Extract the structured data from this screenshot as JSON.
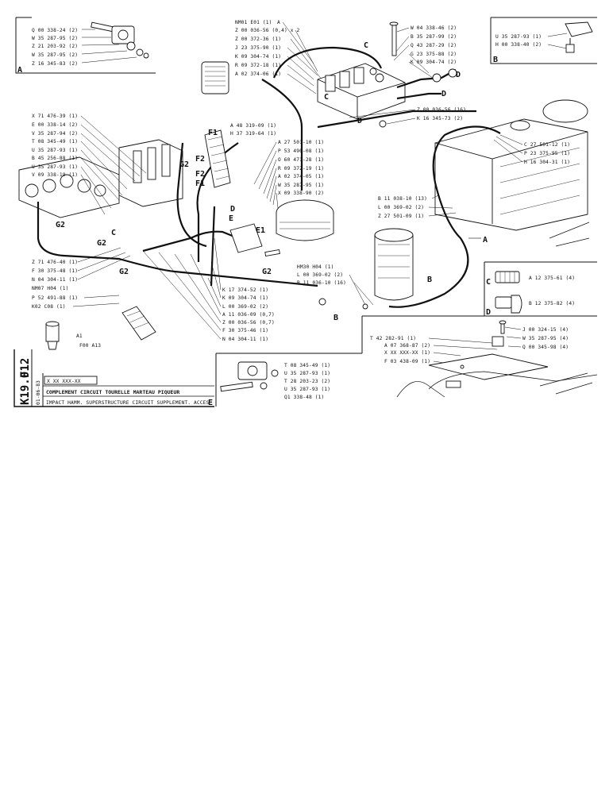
{
  "sheet": {
    "code_vertical": "F12",
    "code_page": "K19.0",
    "date_vertical": "01-06-83",
    "ref_box": "X XX XXX-XX",
    "title_fr": "COMPLEMENT CIRCUIT TOURELLE MARTEAU PIQUEUR",
    "title_en": "IMPACT HAMM. SUPERSTRUCTURE CIRCUIT SUPPLEMENT. ACCES"
  },
  "inset_a": {
    "letter": "A",
    "parts": [
      "Q 00 338-24 (2)",
      "W 35 287-95 (2)",
      "Z 21 203-92 (2)",
      "W 35 287-95 (2)",
      "Z 16 345-83 (2)"
    ]
  },
  "inset_b": {
    "letter": "B",
    "parts": [
      "U 35 287-93 (1)",
      "H 00 338-40 (2)"
    ]
  },
  "inset_c": {
    "letter": "C",
    "parts": [
      "A 12 375-61 (4)"
    ]
  },
  "inset_d": {
    "letter": "D",
    "parts": [
      "B 12 375-82 (4)"
    ]
  },
  "inset_e": {
    "letter": "E",
    "parts": [
      "T 08 345-49 (1)",
      "U 35 287-93 (1)",
      "T 28 203-23 (2)",
      "U 35 287-93 (1)",
      "Q1 338-48 (1)"
    ]
  },
  "inset_a1": {
    "label": "A1",
    "ref": "F00 A13"
  },
  "top_center": {
    "ref": "NM01 E01 (1)",
    "letter": "A",
    "parts": [
      "Z 00 036-56 (0,4) x 2",
      "Z 00 372-36 (1)",
      "J 23 375-90 (1)",
      "K 09 304-74 (1)",
      "R 09 372-18 (1)",
      "A 02 374-06 (1)"
    ]
  },
  "top_right": {
    "parts": [
      "W 04 338-46 (2)",
      "B 35 287-99 (2)",
      "Q 43 287-29 (2)",
      "G 23 375-88 (2)",
      "K 09 304-74 (2)"
    ]
  },
  "hose_right": {
    "parts": [
      "Z 00 036-56 (16)",
      "K 16 345-73 (2)"
    ]
  },
  "tank_right": {
    "parts": [
      "C 27 501-12 (1)",
      "P 23 375-95 (1)",
      "H 16 304-31 (1)"
    ]
  },
  "mid_right": {
    "parts": [
      "B 11 038-10 (13)",
      "L 00 369-02 (2)",
      "Z 27 501-09 (1)"
    ]
  },
  "left_top": {
    "parts": [
      "X 71 476-39 (1)",
      "E 00 338-14 (2)",
      "V 35 287-94 (2)",
      "T 08 345-49 (1)",
      "U 35 287-93 (1)",
      "B 45 256-88 (1)",
      "U 35 287-93 (1)",
      "V 09 338-19 (1)"
    ]
  },
  "filter_group": {
    "parts": [
      "A 48 319-09 (1)",
      "H 37 319-64 (1)"
    ]
  },
  "center_group": {
    "parts": [
      "A 27 501-10 (1)",
      "P 53 490-08 (1)",
      "O 60 471-28 (1)",
      "R 09 372-19 (1)",
      "A 02 374-05 (1)",
      "W 35 287-95 (1)",
      "X 09 338-90 (2)"
    ]
  },
  "left_bottom": {
    "parts": [
      "Z 71 476-40 (1)",
      "F 30 375-48 (1)",
      "N 04 304-11 (1)"
    ],
    "ref_nm07": "NM07 H04 (1)",
    "part_p52": "P 52 491-88 (1)",
    "ref_k02": "K02 C08 (1)"
  },
  "lower_center": {
    "ref_hm30": "HM30 H04 (1)",
    "parts_b": [
      "L 00 369-02 (2)",
      "B 11 036-10 (16)"
    ],
    "parts_stack": [
      "K 17 374-52 (1)",
      "K 09 304-74 (1)",
      "L 00 369-02 (2)",
      "A 11 036-09 (0,7)",
      "Z 00 036-56 (0,7)",
      "F 30 375-46 (1)",
      "N 04 304-11 (1)"
    ]
  },
  "cover_group": {
    "parts": [
      "T 42 282-91 (1)",
      "A 07 368-87 (2)",
      "X XX XXX-XX (1)",
      "F 03 438-09 (1)",
      "J 00 324-15 (4)",
      "W 35 287-95 (4)",
      "Q 00 345-98 (4)"
    ]
  },
  "callouts": {
    "c": "C",
    "d": "D",
    "b": "B",
    "a": "A",
    "e": "E",
    "e1": "E1",
    "f1": "F1",
    "f2": "F2",
    "g2": "G2"
  }
}
